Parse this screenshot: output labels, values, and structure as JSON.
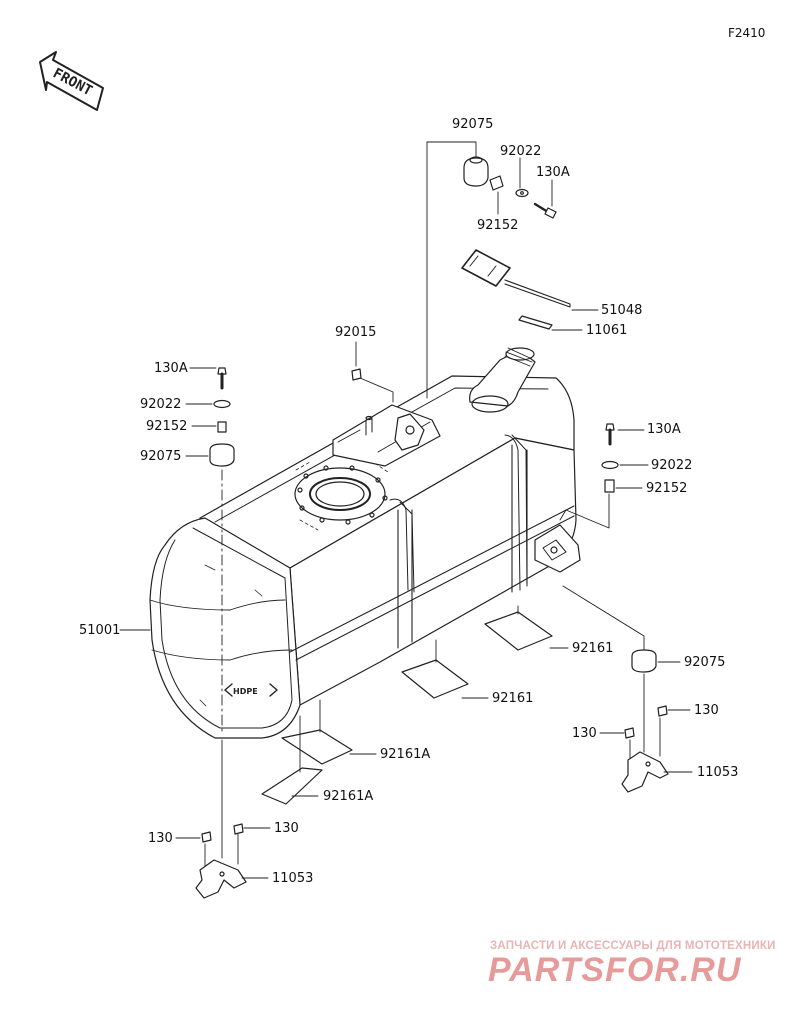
{
  "figure_code": "F2410",
  "front_label": "FRONT",
  "callouts": {
    "c92075_top": "92075",
    "c92022_top": "92022",
    "c130a_top": "130A",
    "c92152_top": "92152",
    "c51048": "51048",
    "c11061": "11061",
    "c92015": "92015",
    "c130a_left": "130A",
    "c92022_left": "92022",
    "c92152_left": "92152",
    "c92075_left": "92075",
    "c130a_right": "130A",
    "c92022_right": "92022",
    "c92152_right": "92152",
    "c51001": "51001",
    "c92161_right": "92161",
    "c92161_mid": "92161",
    "c92161a_upper": "92161A",
    "c92161a_lower": "92161A",
    "c92075_right": "92075",
    "c130_right_a": "130",
    "c130_right_b": "130",
    "c11053_right": "11053",
    "c130_bl_a": "130",
    "c130_bl_b": "130",
    "c11053_left": "11053"
  },
  "tank_marking": "HDPE",
  "watermark": {
    "line1": "ЗАПЧАСТИ И АКСЕССУАРЫ ДЛЯ МОТОТЕХНИКИ",
    "line2": "PARTSFOR.RU"
  }
}
